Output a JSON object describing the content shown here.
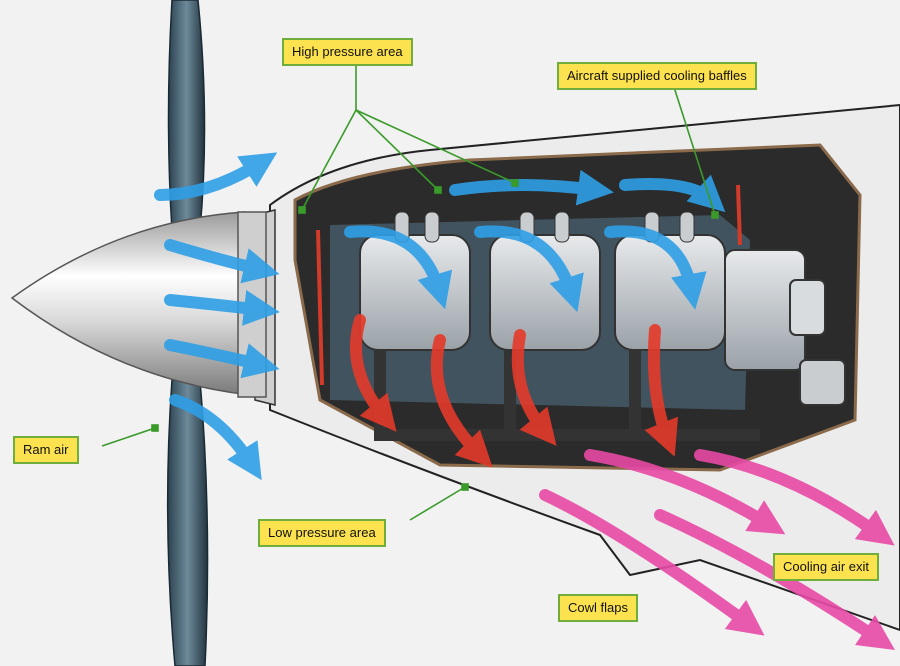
{
  "labels": {
    "high_pressure": "High pressure area",
    "baffles": "Aircraft supplied cooling baffles",
    "ram_air": "Ram air",
    "low_pressure": "Low pressure area",
    "cooling_exit": "Cooling air exit",
    "cowl_flaps": "Cowl flaps"
  },
  "colors": {
    "callout_fill": "#fde24f",
    "callout_border": "#6fae3a",
    "leader_line": "#3a9a2a",
    "cool_air": "#2f9fe6",
    "hot_air": "#e53a2a",
    "exhaust_air": "#e84aa6",
    "engine_bay": "#2a2a2a",
    "cowling": "#f2f2f2"
  }
}
